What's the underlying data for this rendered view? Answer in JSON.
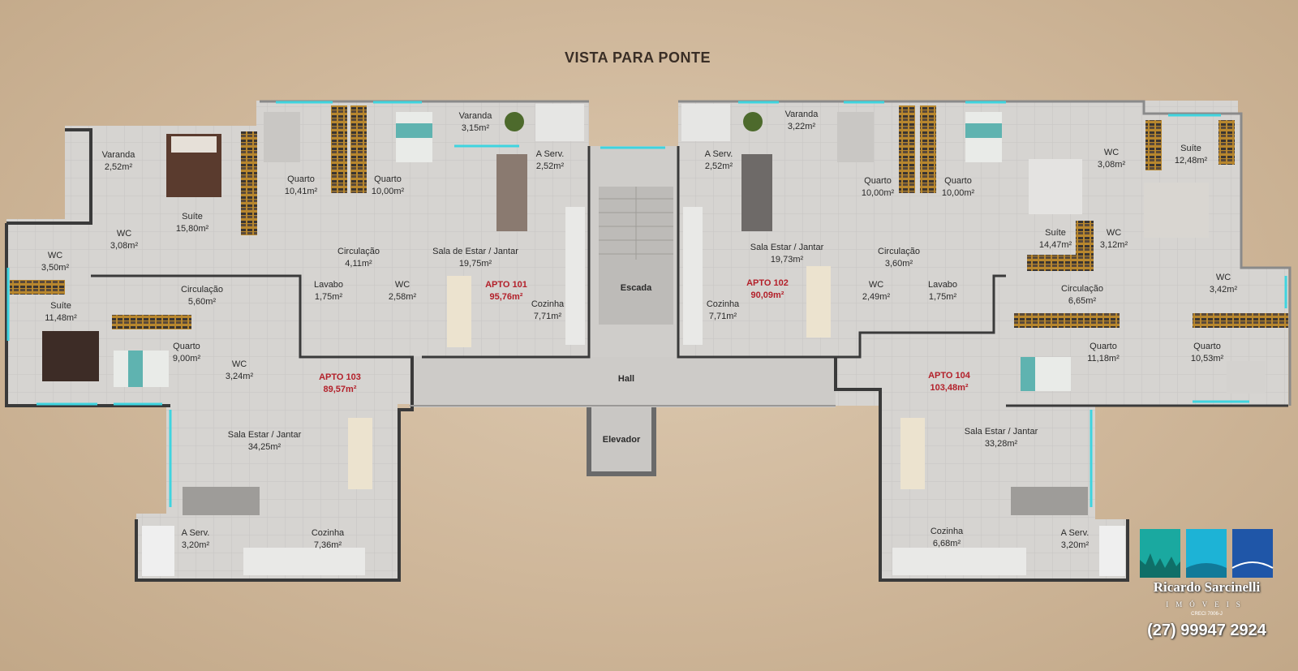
{
  "title": "VISTA PARA PONTE",
  "apartments": [
    {
      "name": "APTO 101",
      "area": "95,76m²"
    },
    {
      "name": "APTO 102",
      "area": "90,09m²"
    },
    {
      "name": "APTO 103",
      "area": "89,57m²"
    },
    {
      "name": "APTO 104",
      "area": "103,48m²"
    }
  ],
  "rooms": [
    {
      "name": "Varanda",
      "area": "2,52m²"
    },
    {
      "name": "Suíte",
      "area": "15,80m²"
    },
    {
      "name": "WC",
      "area": "3,08m²"
    },
    {
      "name": "WC",
      "area": "3,50m²"
    },
    {
      "name": "Quarto",
      "area": "10,41m²"
    },
    {
      "name": "Quarto",
      "area": "10,00m²"
    },
    {
      "name": "Varanda",
      "area": "3,15m²"
    },
    {
      "name": "A Serv.",
      "area": "2,52m²"
    },
    {
      "name": "Circulação",
      "area": "4,11m²"
    },
    {
      "name": "Sala de Estar / Jantar",
      "area": "19,75m²"
    },
    {
      "name": "Lavabo",
      "area": "1,75m²"
    },
    {
      "name": "WC",
      "area": "2,58m²"
    },
    {
      "name": "Cozinha",
      "area": "7,71m²"
    },
    {
      "name": "Suíte",
      "area": "11,48m²"
    },
    {
      "name": "Circulação",
      "area": "5,60m²"
    },
    {
      "name": "Quarto",
      "area": "9,00m²"
    },
    {
      "name": "WC",
      "area": "3,24m²"
    },
    {
      "name": "Sala Estar / Jantar",
      "area": "34,25m²"
    },
    {
      "name": "A Serv.",
      "area": "3,20m²"
    },
    {
      "name": "Cozinha",
      "area": "7,36m²"
    },
    {
      "name": "A Serv.",
      "area": "2,52m²"
    },
    {
      "name": "Varanda",
      "area": "3,22m²"
    },
    {
      "name": "Sala Estar / Jantar",
      "area": "19,73m²"
    },
    {
      "name": "Cozinha",
      "area": "7,71m²"
    },
    {
      "name": "Quarto",
      "area": "10,00m²"
    },
    {
      "name": "Quarto",
      "area": "10,00m²"
    },
    {
      "name": "Circulação",
      "area": "3,60m²"
    },
    {
      "name": "WC",
      "area": "2,49m²"
    },
    {
      "name": "Lavabo",
      "area": "1,75m²"
    },
    {
      "name": "WC",
      "area": "3,08m²"
    },
    {
      "name": "Suíte",
      "area": "12,48m²"
    },
    {
      "name": "Suíte",
      "area": "14,47m²"
    },
    {
      "name": "WC",
      "area": "3,12m²"
    },
    {
      "name": "WC",
      "area": "3,42m²"
    },
    {
      "name": "Circulação",
      "area": "6,65m²"
    },
    {
      "name": "Quarto",
      "area": "11,18m²"
    },
    {
      "name": "Quarto",
      "area": "10,53m²"
    },
    {
      "name": "Sala Estar / Jantar",
      "area": "33,28m²"
    },
    {
      "name": "Cozinha",
      "area": "6,68m²"
    },
    {
      "name": "A Serv.",
      "area": "3,20m²"
    }
  ],
  "common": {
    "stair": "Escada",
    "hall": "Hall",
    "elevator": "Elevador"
  },
  "branding": {
    "name": "Ricardo Sarcinelli",
    "subtitle": "IMÓVEIS",
    "creci": "CRECI 7006-J",
    "phone": "(27) 99947 2924",
    "colors": [
      "#1aa9a0",
      "#1db3d6",
      "#1f56a8"
    ]
  },
  "colors": {
    "apt_label": "#b3202a",
    "wall": "#3a3a3a",
    "floor": "#d4d2cf",
    "window": "#3fd4df"
  }
}
